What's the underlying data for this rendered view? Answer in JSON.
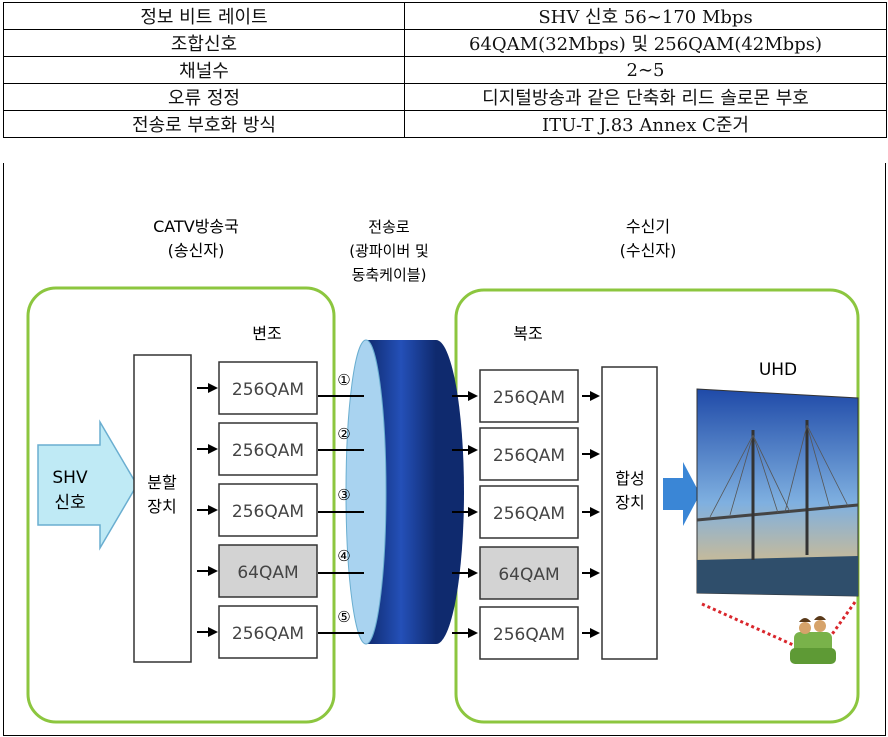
{
  "spec_table": [
    {
      "key": "정보 비트 레이트",
      "value": "SHV 신호 56∼170 Mbps"
    },
    {
      "key": "조합신호",
      "value": "64QAM(32Mbps) 및 256QAM(42Mbps)"
    },
    {
      "key": "채널수",
      "value": "2∼5"
    },
    {
      "key": "오류 정정",
      "value": "디지털방송과 같은 단축화 리드 솔로몬 부호"
    },
    {
      "key": "전송로 부호화 방식",
      "value": "ITU-T J.83 Annex C준거"
    }
  ],
  "diagram": {
    "sender": {
      "line1": "CATV방송국",
      "line2": "(송신자)"
    },
    "channel": {
      "line1": "전송로",
      "line2": "(광파이버 및",
      "line3": "동축케이블)"
    },
    "receiver": {
      "line1": "수신기",
      "line2": "(수신자)"
    },
    "mod_label": "변조",
    "demod_label": "복조",
    "input": {
      "line1": "SHV",
      "line2": "신호"
    },
    "split": {
      "line1": "분할",
      "line2": "장치"
    },
    "combine": {
      "line1": "합성",
      "line2": "장치"
    },
    "modulators": [
      "256QAM",
      "256QAM",
      "256QAM",
      "64QAM",
      "256QAM"
    ],
    "demodulators": [
      "256QAM",
      "256QAM",
      "256QAM",
      "64QAM",
      "256QAM"
    ],
    "channel_numbers": [
      "①",
      "②",
      "③",
      "④",
      "⑤"
    ],
    "display_label": "UHD",
    "colors": {
      "group_border": "#8cc63f",
      "cable": "#1a3c8f",
      "cable_edge": "#7ab8e6",
      "arrow_in": "#bfeaf5",
      "arrow_out": "#3a86d6",
      "highlight_box": "#d3d3d3",
      "dotted": "#d9262c"
    }
  }
}
